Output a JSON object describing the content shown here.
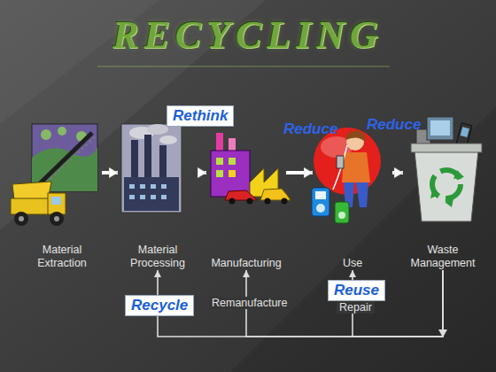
{
  "diagram": {
    "title": "RECYCLING",
    "nodes": [
      {
        "text": [
          "Material Extraction"
        ]
      },
      {
        "text": [
          "Material Processing"
        ]
      },
      {
        "text": [
          "Manufacturing"
        ]
      },
      {
        "text": [
          "Use"
        ]
      },
      {
        "text": [
          "Waste Management"
        ]
      }
    ],
    "edges": [
      {
        "from": 0,
        "to": 1,
        "arrow": "to"
      },
      {
        "from": 1,
        "to": 2,
        "arrow": "to"
      },
      {
        "from": 2,
        "to": 3,
        "arrow": "to"
      },
      {
        "from": 3,
        "to": 4,
        "arrow": "to"
      },
      {
        "from": 4,
        "to": 1,
        "arrow": "to"
      },
      {
        "from": 4,
        "to": 2,
        "arrow": "to"
      },
      {
        "from": 4,
        "to": 3,
        "arrow": "to"
      }
    ],
    "labels": [
      "Rethink",
      "Reduce",
      "Reduce",
      "Recycle",
      "Remanufacture",
      "Reuse",
      "Repair"
    ]
  }
}
